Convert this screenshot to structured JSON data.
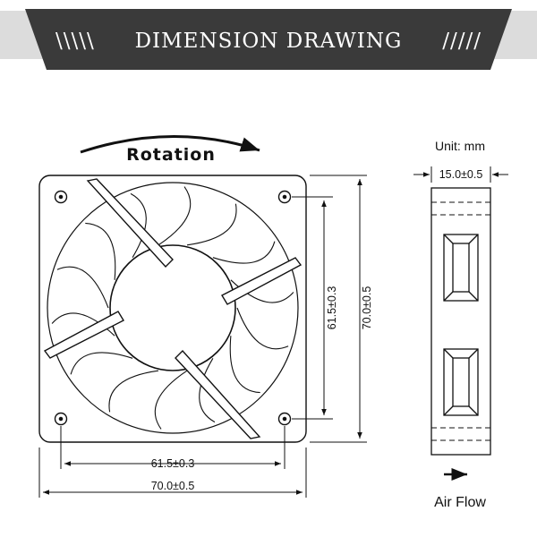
{
  "banner": {
    "title": "DIMENSION DRAWING",
    "left_deco": "\\\\\\\\\\",
    "right_deco": "/////",
    "background_color": "#3a3a3a",
    "band_color": "#d9d9d9"
  },
  "front_view": {
    "rotation_label": "Rotation",
    "hole_spacing_horizontal": "61.5±0.3",
    "overall_width": "70.0±0.5",
    "hole_spacing_vertical": "61.5±0.3",
    "overall_height": "70.0±0.5"
  },
  "side_view": {
    "unit_label": "Unit: mm",
    "thickness": "15.0±0.5",
    "airflow_label": "Air Flow"
  }
}
